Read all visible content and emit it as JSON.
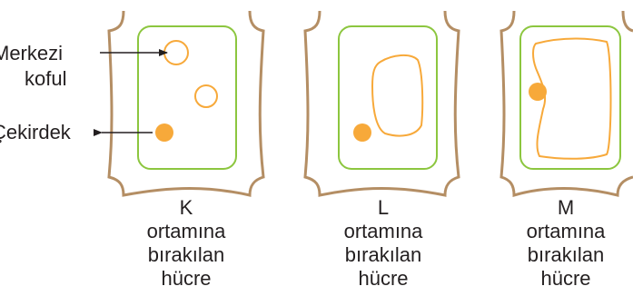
{
  "labels": {
    "vacuole_line1": "Merkezi",
    "vacuole_line2": "koful",
    "nucleus": "Çekirdek"
  },
  "cells": [
    {
      "letter": "K",
      "line2": "ortamına",
      "line3": "bırakılan",
      "line4": "hücre"
    },
    {
      "letter": "L",
      "line2": "ortamına",
      "line3": "bırakılan",
      "line4": "hücre"
    },
    {
      "letter": "M",
      "line2": "ortamına",
      "line3": "bırakılan",
      "line4": "hücre"
    }
  ],
  "colors": {
    "cell_wall": "#b48e64",
    "cell_membrane": "#8cc63f",
    "vacuole_and_nucleus": "#f7a93a",
    "text": "#231f20"
  }
}
